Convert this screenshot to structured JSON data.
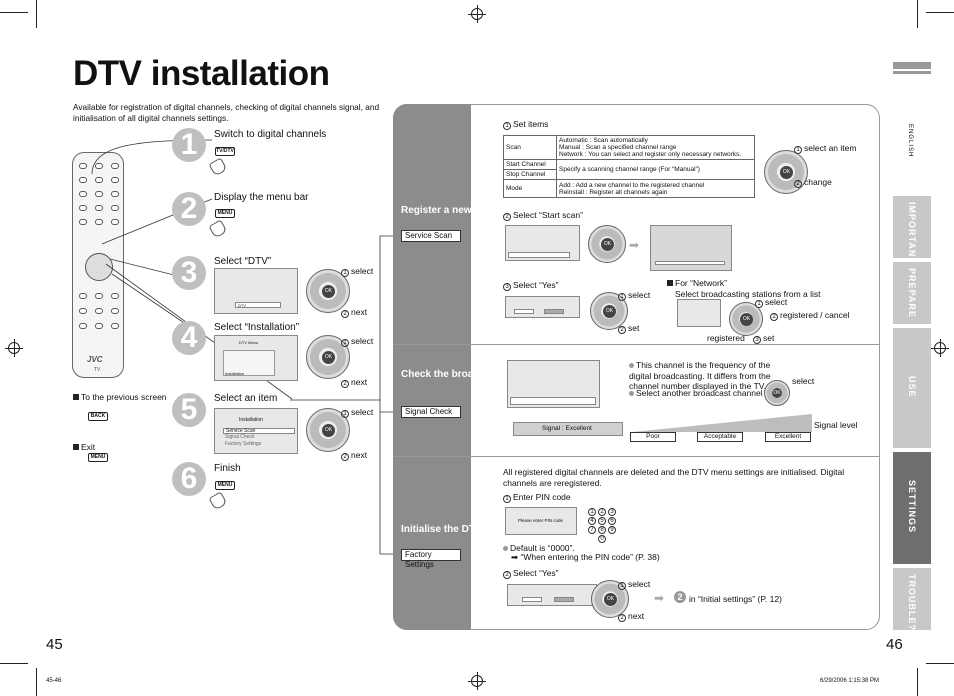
{
  "title": "DTV installation",
  "intro": "Available for registration of digital channels, checking of digital channels signal, and initialisation of all digital channels settings.",
  "steps": [
    {
      "num": "1",
      "label": "Switch to digital channels",
      "key": "TV/DTV"
    },
    {
      "num": "2",
      "label": "Display the menu bar",
      "key": "MENU"
    },
    {
      "num": "3",
      "label": "Select “DTV”",
      "select": "select",
      "next": "next"
    },
    {
      "num": "4",
      "label": "Select “Installation”",
      "select": "select",
      "next": "next"
    },
    {
      "num": "5",
      "label": "Select an item",
      "select": "select",
      "next": "next"
    },
    {
      "num": "6",
      "label": "Finish",
      "key": "MENU"
    }
  ],
  "osd": {
    "dtv": "DTV",
    "dtv_menu": "DTV Menu",
    "installation": "Installation",
    "items": [
      "Service Scan",
      "Signal Check",
      "Factory Settings"
    ]
  },
  "remote": {
    "brand": "JVC",
    "sub": "TV",
    "back_note": "To the previous screen",
    "back_key": "BACK",
    "exit_note": "Exit",
    "exit_key": "MENU"
  },
  "sections": {
    "register": {
      "title": "Register a new channel",
      "button": "Service Scan"
    },
    "check": {
      "title": "Check the broadcast signal",
      "button": "Signal Check"
    },
    "init": {
      "title": "Initialise the DTV settings",
      "button": "Factory Settings"
    }
  },
  "register": {
    "set_items": "Set items",
    "table": [
      {
        "name": "Scan",
        "desc": "Automatic : Scan automatically\nManual : Scan a specified channel range\nNetwork : You can select and register only necessary networks."
      },
      {
        "name": "Start Channel",
        "desc": "Specify a scanning channel range (For “Manual”)"
      },
      {
        "name": "Stop Channel",
        "desc": ""
      },
      {
        "name": "Mode",
        "desc": "Add : Add a new channel to the registered channel\nReinstall : Register all channels again"
      }
    ],
    "select_item": "select an item",
    "change": "change",
    "start_scan": "Select “Start scan”",
    "select_yes": "Select “Yes”",
    "select": "select",
    "set": "set",
    "for_network": "For “Network”",
    "network_desc": "Select broadcasting stations from a list",
    "registered_cancel": "registered / cancel",
    "registered": "registered"
  },
  "check": {
    "freq_note": "This channel is the frequency of the digital broadcasting. It differs from the channel number displayed in the TV.",
    "another": "Select another broadcast channel",
    "select": "select",
    "signal_display": "Signal : Excellent",
    "signal_level": "Signal level",
    "levels": [
      "Poor",
      "Acceptable",
      "Excellent"
    ]
  },
  "init": {
    "desc": "All registered digital channels are deleted and the DTV menu settings are initialised. Digital channels are reregistered.",
    "enter_pin": "Enter PIN code",
    "pin_screen": "Please enter PIN code",
    "default": "Default is “0000”.",
    "when": "“When entering the PIN code” (P. 38)",
    "select_yes": "Select “Yes”",
    "select": "select",
    "next": "next",
    "initial_settings": "in “Initial settings” (P. 12)"
  },
  "side_tabs": [
    {
      "label": "ENGLISH",
      "color": "#ffffff",
      "text": "#000000"
    },
    {
      "label": "IMPORTANT!",
      "color": "#c8c8c8"
    },
    {
      "label": "PREPARE",
      "color": "#c8c8c8"
    },
    {
      "label": "USE",
      "color": "#c8c8c8"
    },
    {
      "label": "SETTINGS",
      "color": "#6e6e6e"
    },
    {
      "label": "TROUBLE?",
      "color": "#c8c8c8"
    }
  ],
  "pages": {
    "left": "45",
    "right": "46"
  },
  "footer": {
    "left": "45-46",
    "right": "6/29/2006   1:15:38 PM"
  }
}
